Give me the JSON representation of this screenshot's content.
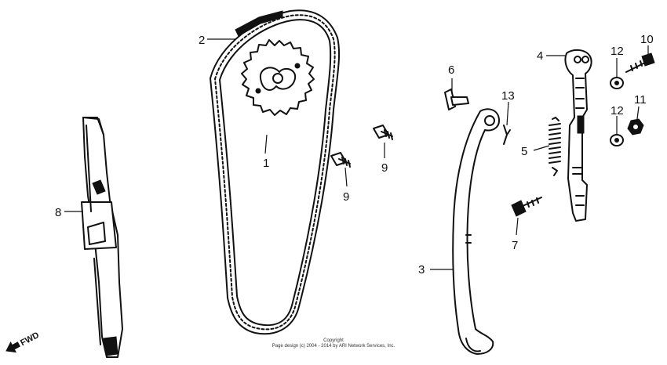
{
  "diagram": {
    "callouts": [
      {
        "id": "c2",
        "label": "2"
      },
      {
        "id": "c1",
        "label": "1"
      },
      {
        "id": "c9a",
        "label": "9"
      },
      {
        "id": "c9b",
        "label": "9"
      },
      {
        "id": "c6",
        "label": "6"
      },
      {
        "id": "c13",
        "label": "13"
      },
      {
        "id": "c5",
        "label": "5"
      },
      {
        "id": "c7",
        "label": "7"
      },
      {
        "id": "c3",
        "label": "3"
      },
      {
        "id": "c4",
        "label": "4"
      },
      {
        "id": "c12a",
        "label": "12"
      },
      {
        "id": "c12b",
        "label": "12"
      },
      {
        "id": "c10",
        "label": "10"
      },
      {
        "id": "c11",
        "label": "11"
      },
      {
        "id": "c8",
        "label": "8"
      }
    ],
    "direction_label": "FWD",
    "copyright_line1": "Copyright",
    "copyright_line2": "Page design (c) 2004 - 2014 by ARI Network Services, Inc."
  }
}
